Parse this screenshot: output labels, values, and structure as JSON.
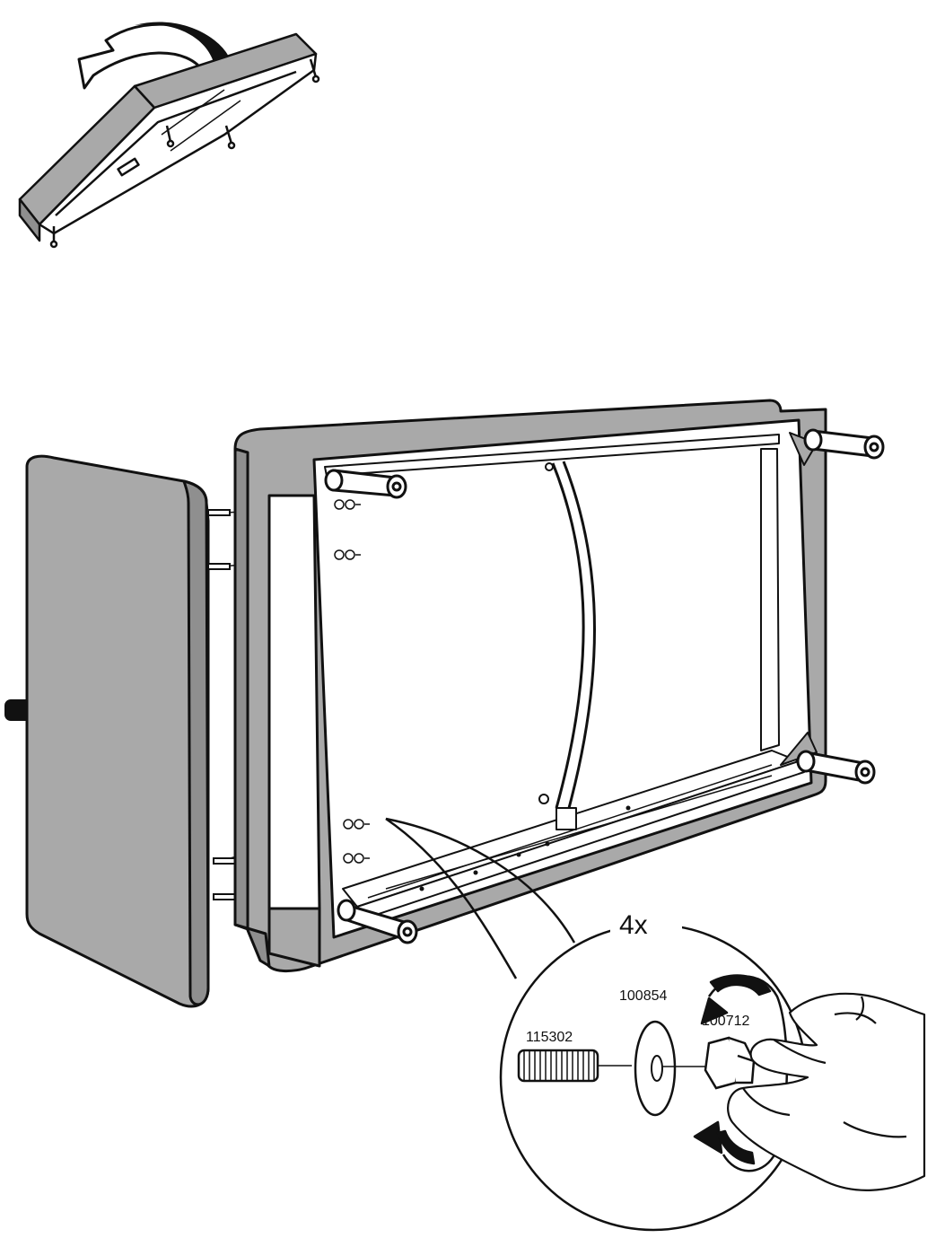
{
  "colors": {
    "line": "#111111",
    "fabric": "#a9a9a9",
    "fabric_dark": "#8f8f8f",
    "paper": "#ffffff"
  },
  "step1": {
    "icons": [
      "rotate-arrow-icon",
      "sofa-upside-down-icon"
    ]
  },
  "step2": {
    "icons": [
      "push-arrow-icon",
      "armrest-panel-icon",
      "sofa-frame-icon"
    ]
  },
  "detail": {
    "quantity": "4x",
    "parts": [
      {
        "part_no": "115302"
      },
      {
        "part_no": "100854"
      },
      {
        "part_no": "100712"
      }
    ]
  }
}
